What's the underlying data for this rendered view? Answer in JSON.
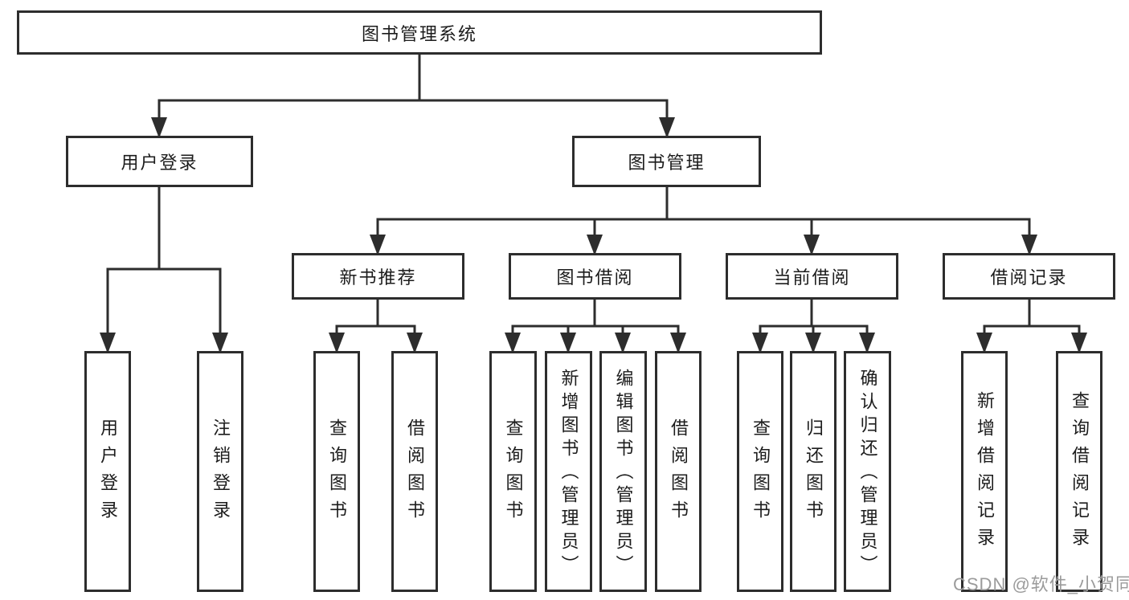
{
  "tree": {
    "label": "图书管理系统",
    "children": [
      {
        "label": "用户登录",
        "children": [
          {
            "label": "用户登录"
          },
          {
            "label": "注销登录"
          }
        ]
      },
      {
        "label": "图书管理",
        "children": [
          {
            "label": "新书推荐",
            "children": [
              {
                "label": "查询图书"
              },
              {
                "label": "借阅图书"
              }
            ]
          },
          {
            "label": "图书借阅",
            "children": [
              {
                "label": "查询图书"
              },
              {
                "label": "新增图书（管理员）"
              },
              {
                "label": "编辑图书（管理员）"
              },
              {
                "label": "借阅图书"
              }
            ]
          },
          {
            "label": "当前借阅",
            "children": [
              {
                "label": "查询图书"
              },
              {
                "label": "归还图书"
              },
              {
                "label": "确认归还（管理员）"
              }
            ]
          },
          {
            "label": "借阅记录",
            "children": [
              {
                "label": "新增借阅记录"
              },
              {
                "label": "查询借阅记录"
              }
            ]
          }
        ]
      }
    ]
  },
  "watermark": {
    "text": "CSDN @软件_小贺同学"
  },
  "colors": {
    "line": "#2d2d2d",
    "box_border": "#2d2d2d",
    "text": "#1c1c1c",
    "watermark": "#9b9b9b",
    "background": "#ffffff"
  }
}
